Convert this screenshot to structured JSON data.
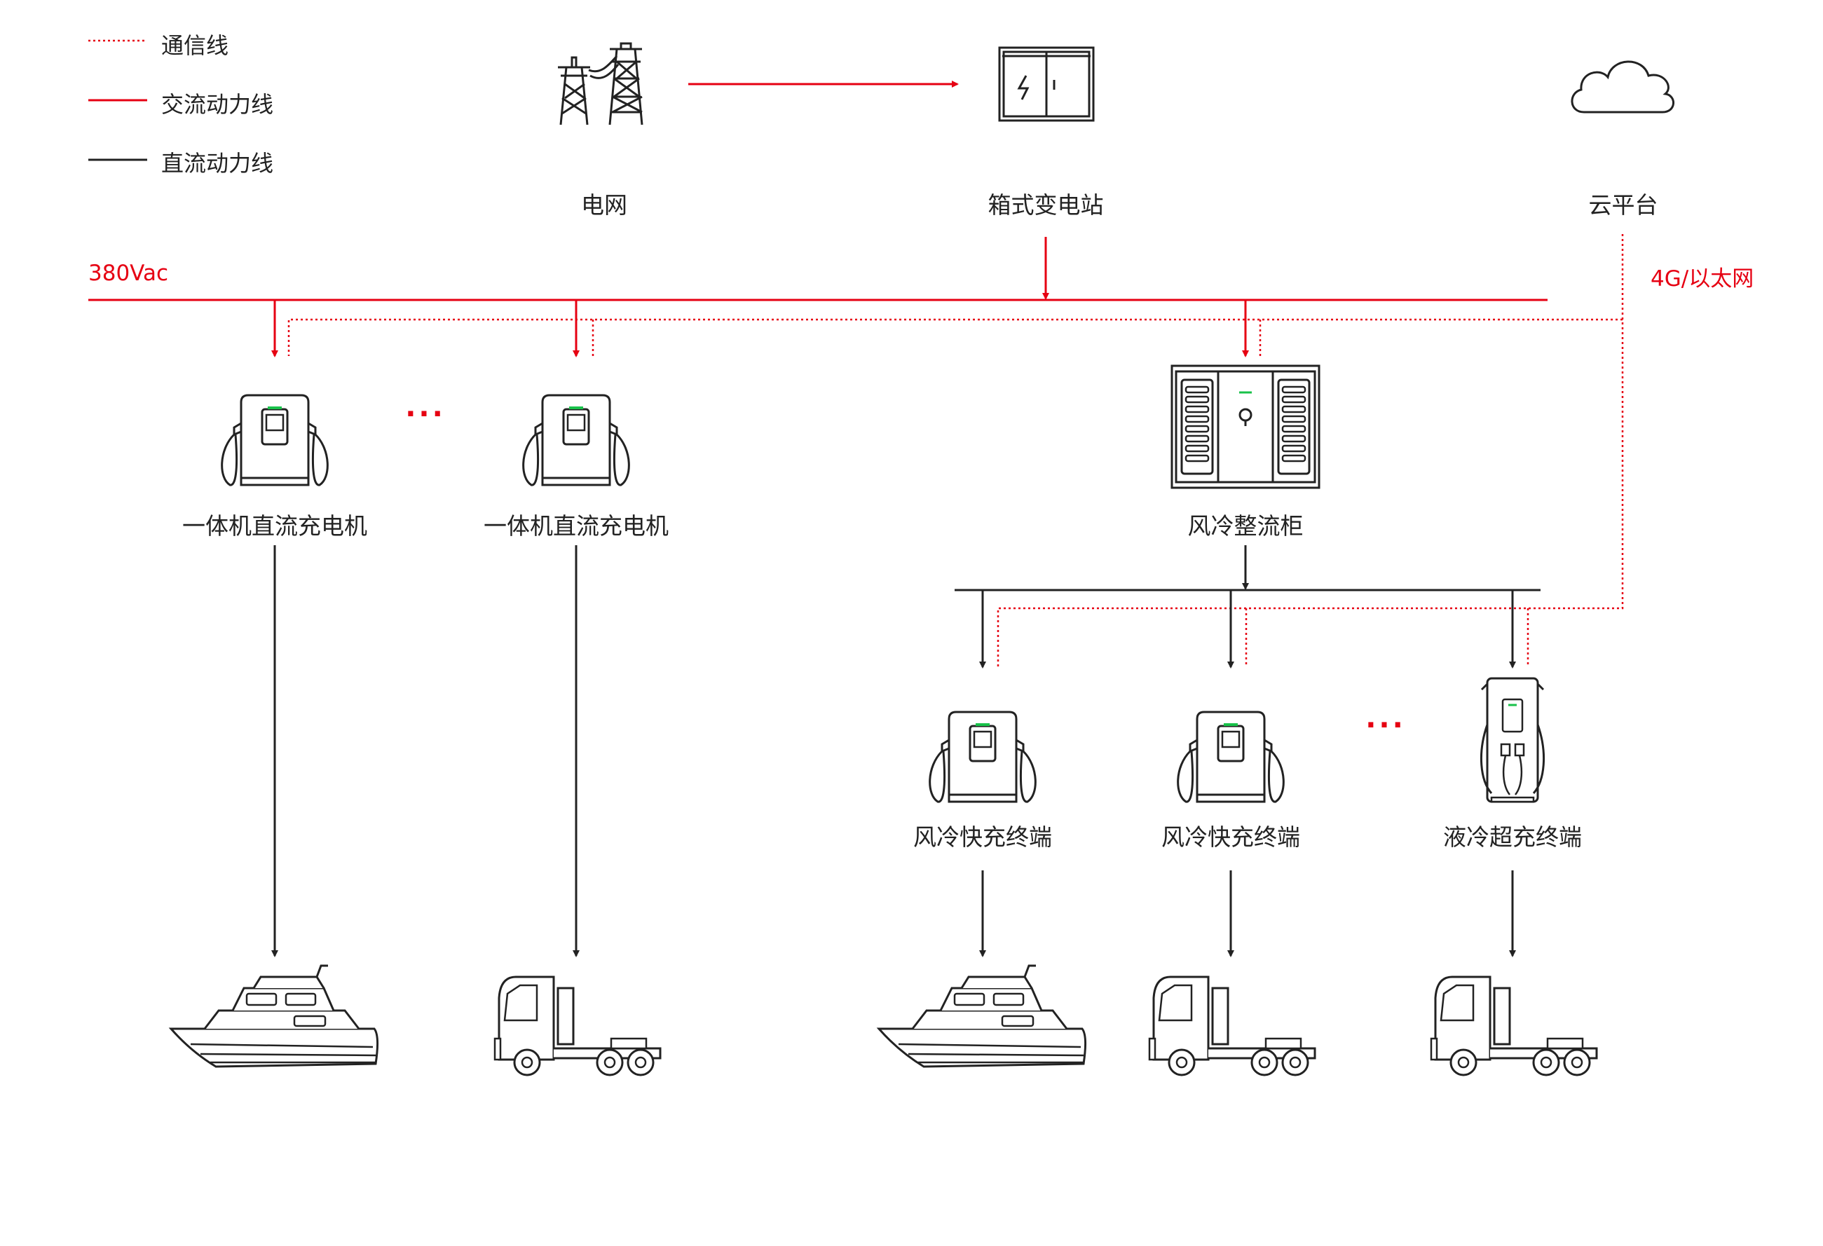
{
  "legend": {
    "comm_line": "通信线",
    "ac_line": "交流动力线",
    "dc_line": "直流动力线"
  },
  "top": {
    "grid": "电网",
    "box_substation": "箱式变电站",
    "cloud": "云平台"
  },
  "bus": {
    "ac_voltage": "380Vac",
    "comm_protocol": "4G/以太网"
  },
  "chargers": {
    "integrated_1": "一体机直流充电机",
    "integrated_2": "一体机直流充电机",
    "rectifier": "风冷整流柜",
    "ellipsis_1": "···",
    "ellipsis_2": "···"
  },
  "terminals": {
    "air_fast_1": "风冷快充终端",
    "air_fast_2": "风冷快充终端",
    "liquid_super": "液冷超充终端"
  },
  "colors": {
    "red": "#e60012",
    "black": "#222222"
  }
}
